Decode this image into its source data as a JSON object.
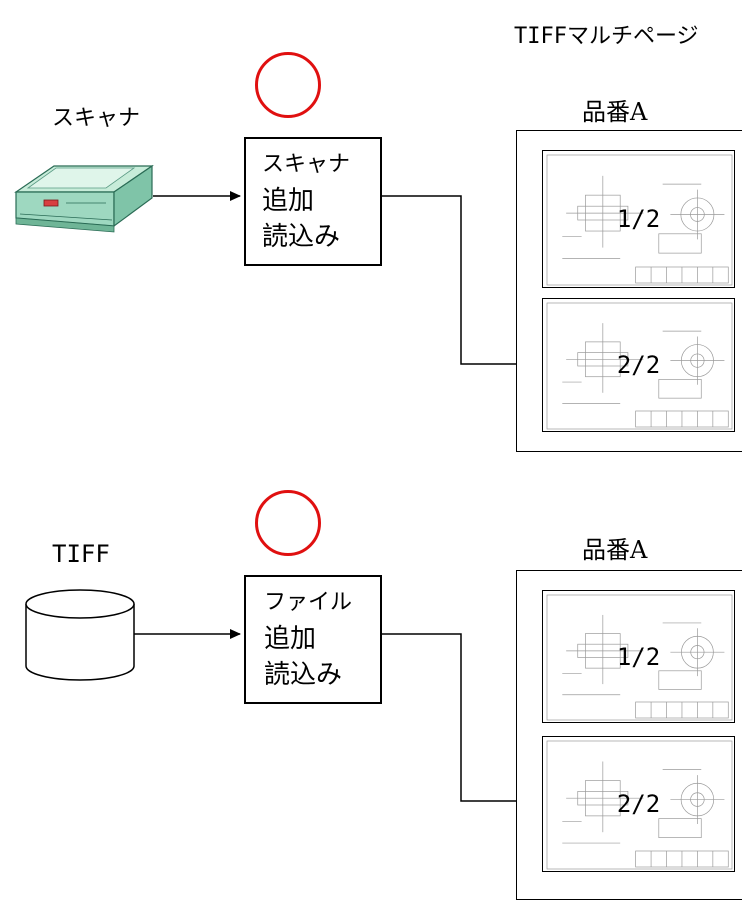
{
  "multipage_heading": "TIFFマルチページ",
  "flows": [
    {
      "source_label": "スキャナ",
      "process_lines": [
        "スキャナ",
        "追加",
        "読込み"
      ],
      "document_title": "品番A",
      "pages": [
        "1/2",
        "2/2"
      ]
    },
    {
      "source_label": "TIFF",
      "process_lines": [
        "ファイル",
        "追加",
        "読込み"
      ],
      "document_title": "品番A",
      "pages": [
        "1/2",
        "2/2"
      ]
    }
  ],
  "colors": {
    "ok_circle": "#e01010",
    "scanner_body": "#9ed8c0",
    "scanner_top": "#c7ecd9",
    "scanner_button": "#d84040"
  },
  "icons": {
    "scanner": "scanner-icon",
    "database": "database-cylinder-icon",
    "ok_mark": "ok-circle-icon"
  }
}
